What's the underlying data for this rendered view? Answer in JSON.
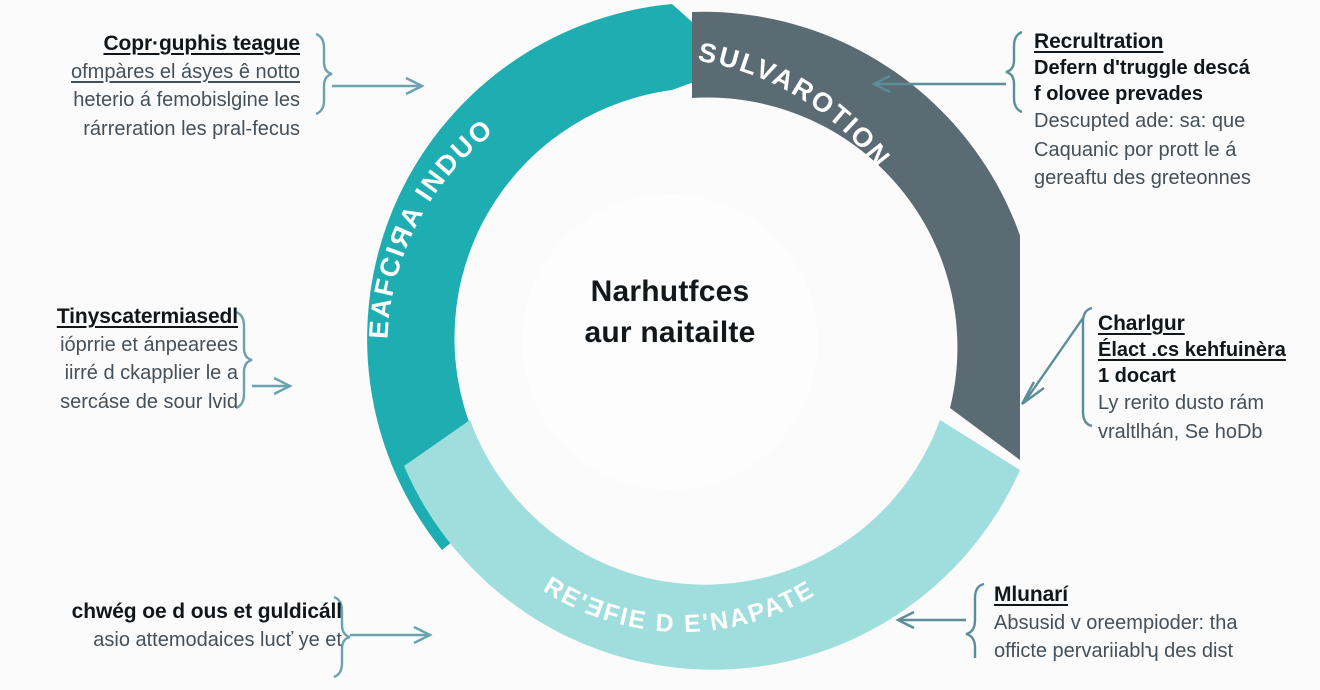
{
  "diagram": {
    "type": "three-stage-cycle",
    "center": {
      "line1": "Narhutfces",
      "line2": "aur naitailte"
    },
    "segments": [
      {
        "id": "left",
        "label": "EAFCIЯA INDUO",
        "color": "#1eadb1",
        "position": "left-upper"
      },
      {
        "id": "right",
        "label": "SULVAROTION",
        "color": "#5a6b74",
        "position": "right-upper"
      },
      {
        "id": "bottom",
        "label": "RE'ƎFIE D E'NAPATE",
        "color": "#9fdedd",
        "position": "bottom"
      }
    ]
  },
  "notes": {
    "top_left": {
      "title": "Copr·guphis teague",
      "body": [
        "ofmpàres el ásyes ê notto",
        "heterio á femobislgine les",
        "rárreration les pral-fecus"
      ]
    },
    "mid_left": {
      "title": "Tinyscatermiasedl",
      "body": [
        "ióprrie et ánpearees",
        "iirré d ckapplier le a",
        "sercáse de sour lvid"
      ]
    },
    "bottom_left": {
      "title": "chwég oe d ous et guldicáll",
      "body": [
        "asio attemodaices lucť ye et"
      ]
    },
    "top_right": {
      "title": "Recrultration",
      "subtitle": [
        "Defern d'truggle descá",
        "f olovee prevades"
      ],
      "body": [
        "Descupted ade: sa: que",
        "Caquanic por prott le á",
        "gereaftu des greteonnes"
      ]
    },
    "mid_right": {
      "title": "Charlgur",
      "subtitle": [
        "Élact .cs kehfuinèra",
        "1 docart"
      ],
      "body": [
        "Ly rerito dusto rám",
        "vraltlhán, Se hoDb"
      ]
    },
    "bottom_right": {
      "title": "Mlunarí",
      "body": [
        "Absusid v oreempioder: tha",
        "officte pervariiablʮ des dist"
      ]
    }
  },
  "colors": {
    "teal": "#1eadb1",
    "slate": "#5a6b74",
    "light_teal": "#9fdedd",
    "connector": "#6aa3ad",
    "background": "#fbfbfb",
    "text": "#11161a",
    "muted_text": "#44505a"
  }
}
